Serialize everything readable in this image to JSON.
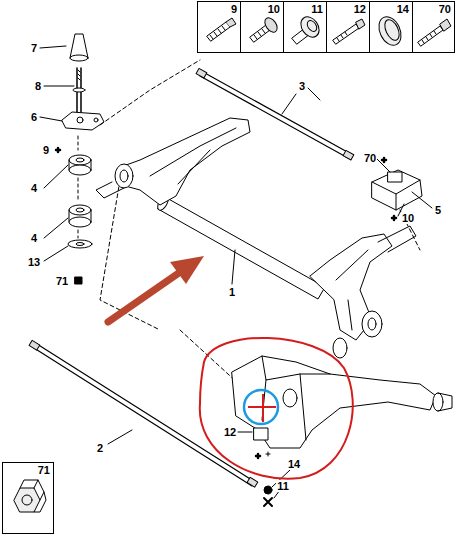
{
  "diagram": {
    "nodes": [
      {
        "text": [
          "9"
        ]
      },
      {
        "text": [
          "10"
        ]
      },
      {
        "text": [
          "11"
        ]
      },
      {
        "text": [
          "12"
        ]
      },
      {
        "text": [
          "14"
        ]
      },
      {
        "text": [
          "70"
        ]
      },
      {
        "text": [
          "71"
        ]
      }
    ],
    "labels": [
      "7",
      "8",
      "6",
      "9",
      "4",
      "4",
      "13",
      "71",
      "3",
      "70",
      "5",
      "10",
      "1",
      "2",
      "12",
      "14",
      "11"
    ]
  }
}
